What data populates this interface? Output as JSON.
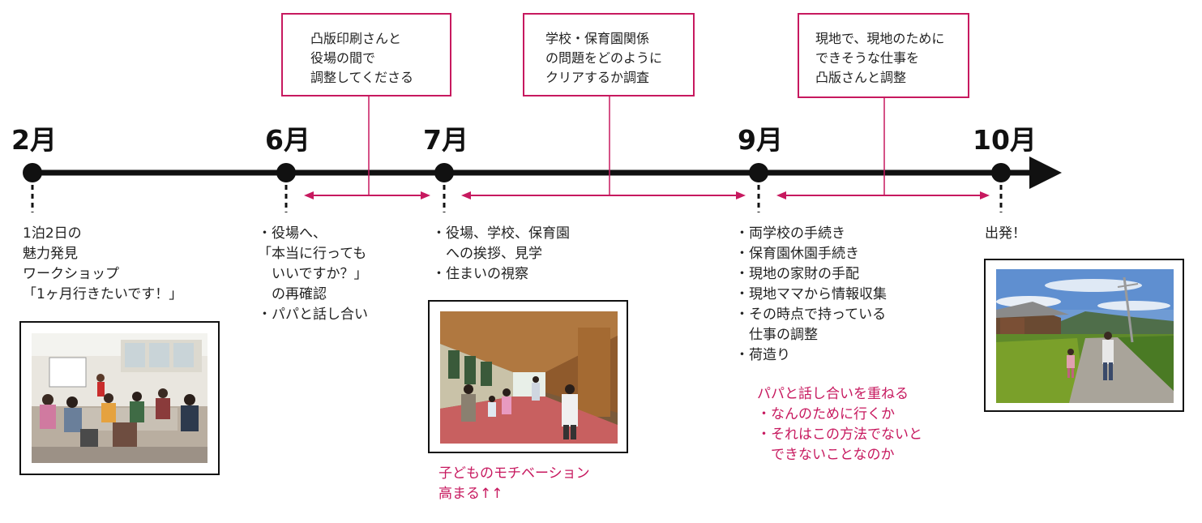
{
  "colors": {
    "line": "#111111",
    "accent": "#c7195f"
  },
  "months": [
    "2月",
    "6月",
    "7月",
    "9月",
    "10月"
  ],
  "callouts": [
    {
      "lines": [
        "凸版印刷さんと",
        "役場の間で",
        "調整してくださる"
      ]
    },
    {
      "lines": [
        "学校・保育園関係",
        "の問題をどのように",
        "クリアするか調査"
      ]
    },
    {
      "lines": [
        "現地で、現地のために",
        "できそうな仕事を",
        "凸版さんと調整"
      ]
    }
  ],
  "events": {
    "feb": [
      "1泊2日の",
      "魅力発見",
      "ワークショップ",
      "「1ヶ月行きたいです！」"
    ],
    "jun": [
      "・役場へ、",
      "「本当に行っても",
      "　いいですか？」",
      "　の再確認",
      "・パパと話し合い"
    ],
    "jul": [
      "・役場、学校、保育園",
      "　への挨拶、見学",
      "・住まいの視察"
    ],
    "sep": [
      "・両学校の手続き",
      "・保育園休園手続き",
      "・現地の家財の手配",
      "・現地ママから情報収集",
      "・その時点で持っている",
      "　仕事の調整",
      "・荷造り"
    ],
    "oct": [
      "出発！"
    ]
  },
  "notes": {
    "jul": [
      "子どものモチベーション",
      "高まる↑↑"
    ],
    "sep": [
      "パパと話し合いを重ねる",
      "・なんのために行くか",
      "・それはこの方法でないと",
      "　できないことなのか"
    ]
  },
  "photos": [
    "workshop-photo",
    "school-hallway-photo",
    "countryside-photo"
  ]
}
